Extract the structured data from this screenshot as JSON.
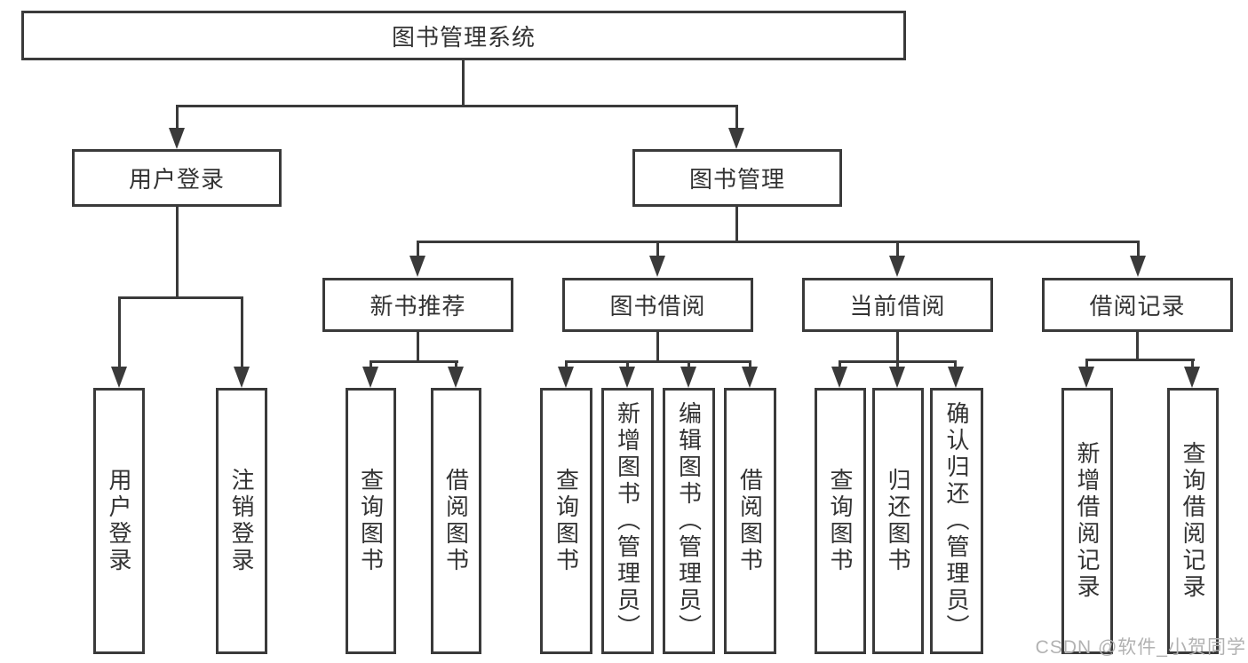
{
  "diagram": {
    "root": {
      "label": "图书管理系统"
    },
    "level2": [
      {
        "label": "用户登录"
      },
      {
        "label": "图书管理"
      }
    ],
    "level3": [
      {
        "label": "新书推荐"
      },
      {
        "label": "图书借阅"
      },
      {
        "label": "当前借阅"
      },
      {
        "label": "借阅记录"
      }
    ],
    "leaves": {
      "login": [
        {
          "label": "用户登录"
        },
        {
          "label": "注销登录"
        }
      ],
      "newbook": [
        {
          "label": "查询图书"
        },
        {
          "label": "借阅图书"
        }
      ],
      "borrow": [
        {
          "label": "查询图书"
        },
        {
          "label": "新增图书（管理员）"
        },
        {
          "label": "编辑图书（管理员）"
        },
        {
          "label": "借阅图书"
        }
      ],
      "current": [
        {
          "label": "查询图书"
        },
        {
          "label": "归还图书"
        },
        {
          "label": "确认归还（管理员）"
        }
      ],
      "records": [
        {
          "label": "新增借阅记录"
        },
        {
          "label": "查询借阅记录"
        }
      ]
    }
  },
  "watermark": {
    "text": "CSDN @软件_小贺同学"
  },
  "colors": {
    "line": "#3a3a3a",
    "text": "#333333",
    "watermark": "#b2b2b2",
    "background": "#ffffff"
  }
}
